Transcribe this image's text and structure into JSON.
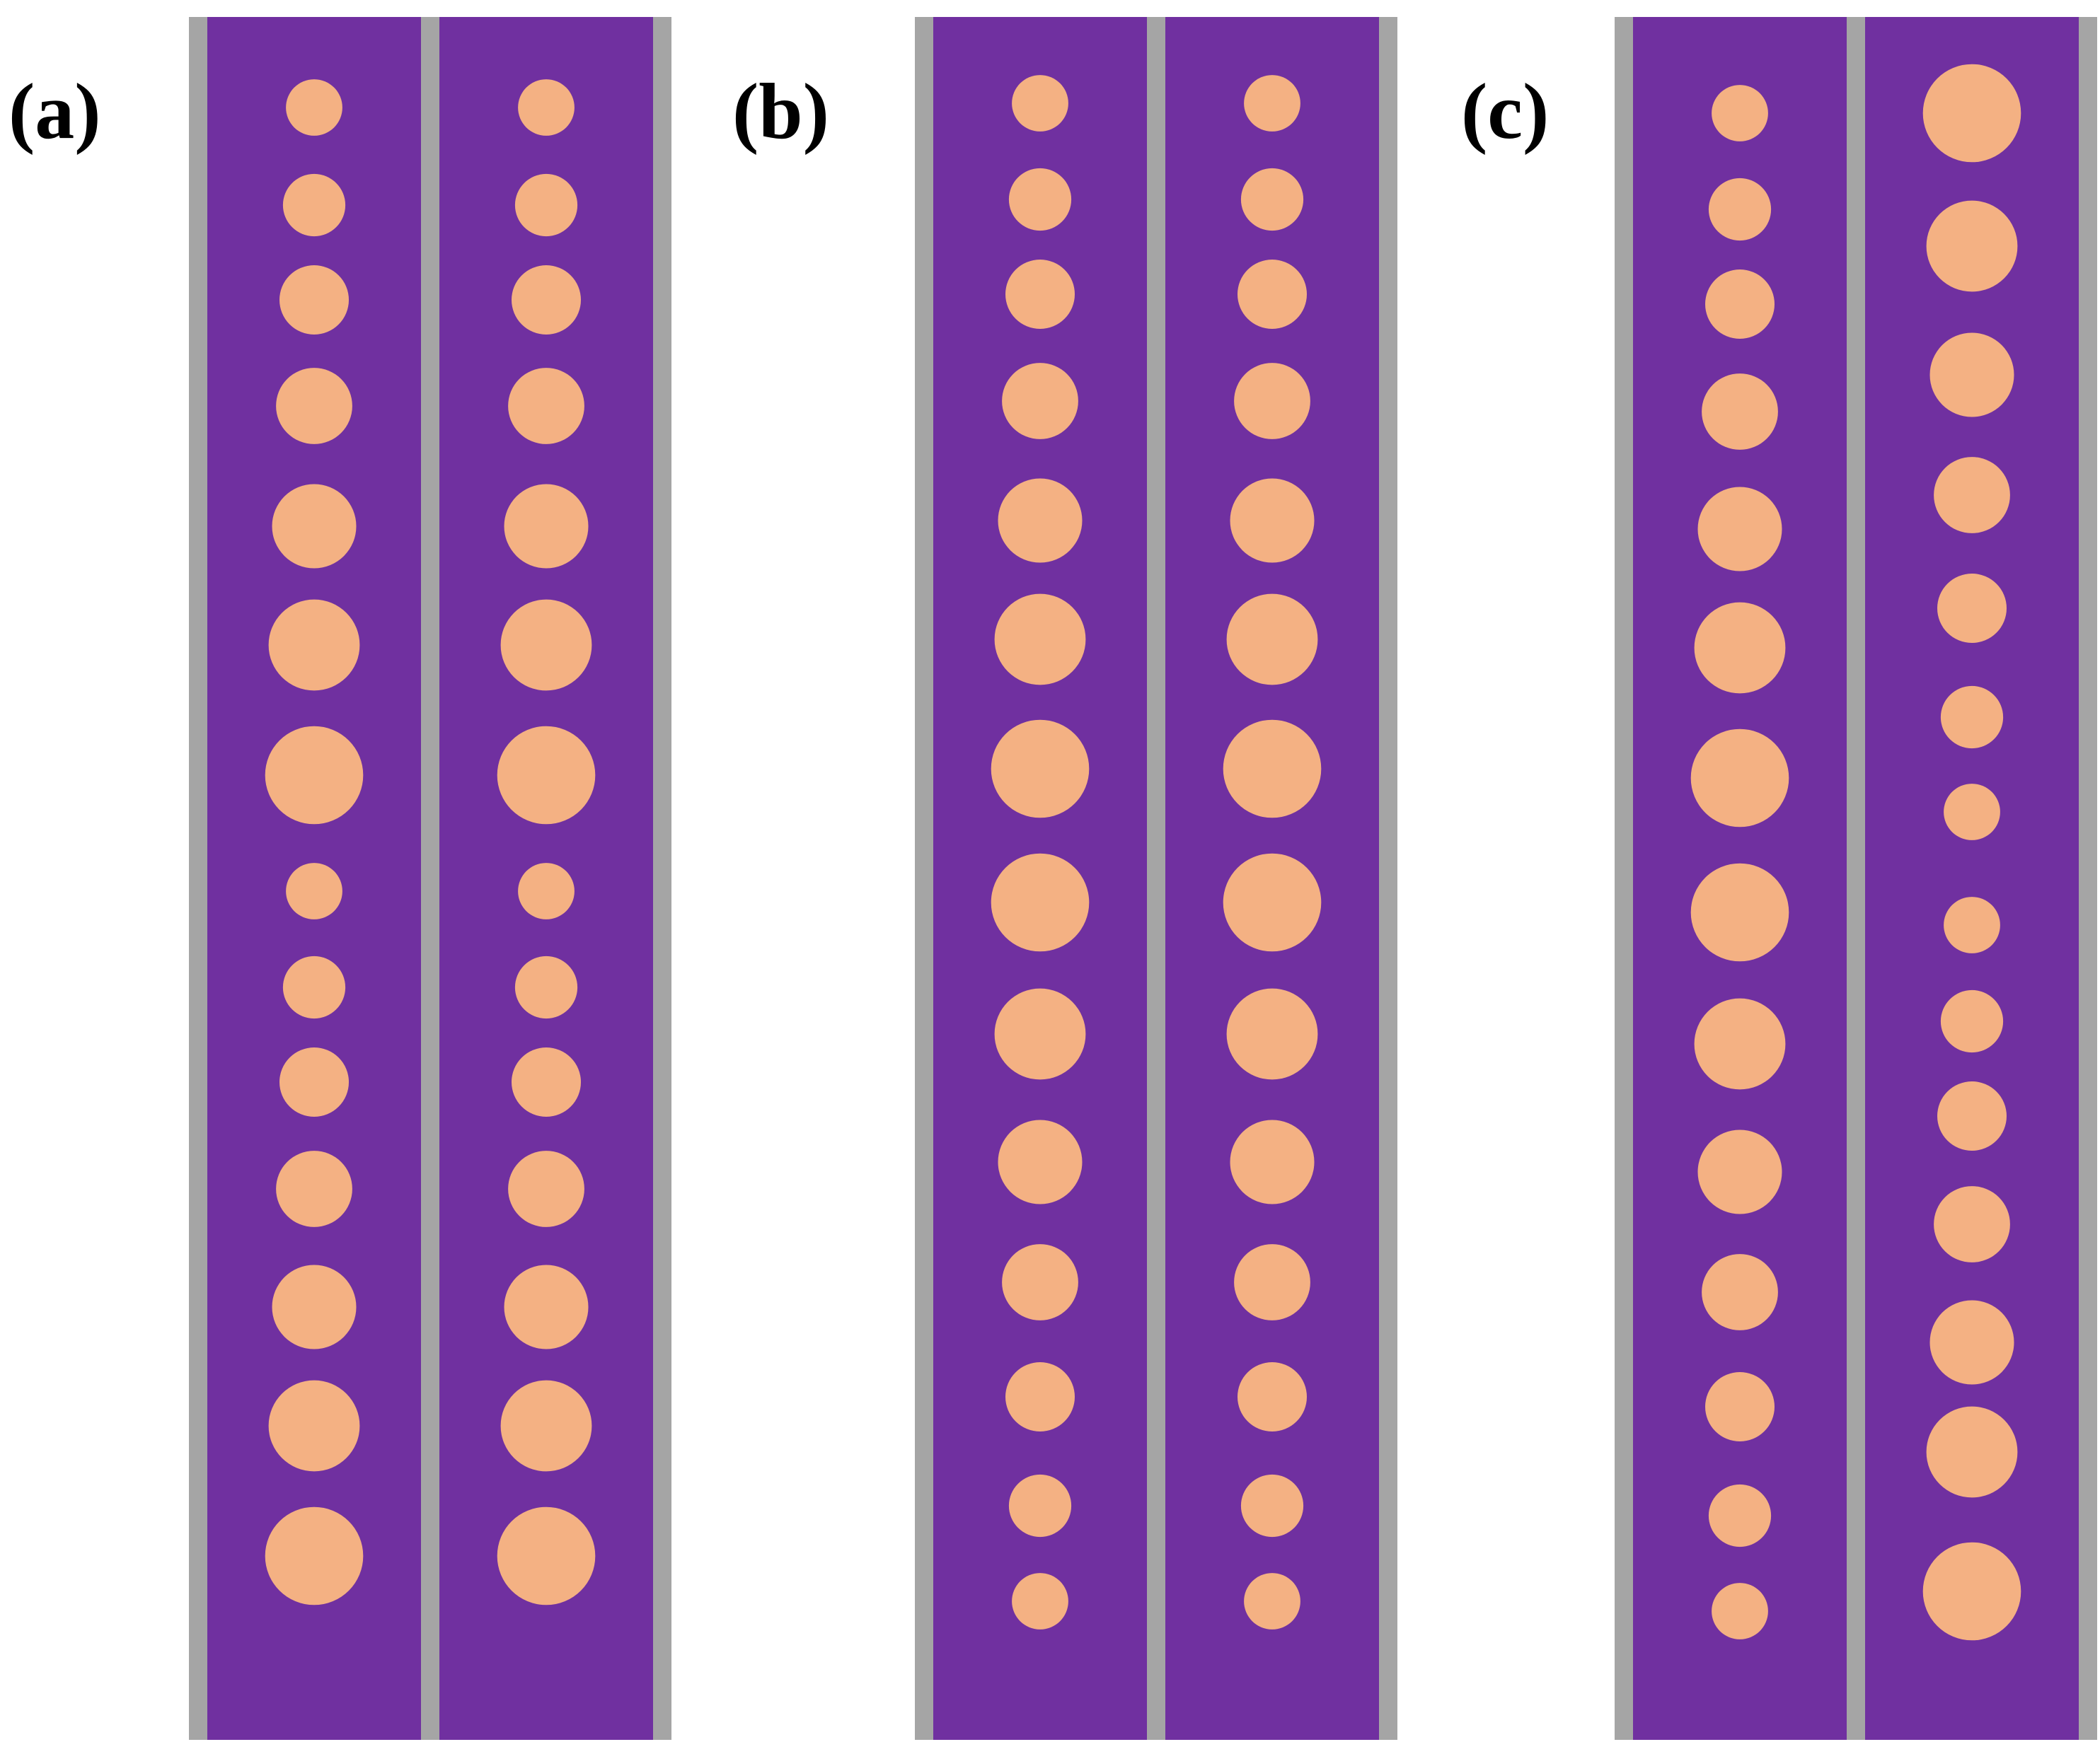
{
  "colors": {
    "background": "#ffffff",
    "rail": "#a5a5a5",
    "channel": "#7030a0",
    "hole": "#f4b183"
  },
  "panels": [
    {
      "label": "(a)",
      "columns": [
        {
          "holes": [
            0.57,
            0.63,
            0.7,
            0.77,
            0.85,
            0.92,
            0.99,
            0.57,
            0.63,
            0.7,
            0.77,
            0.85,
            0.92,
            0.99
          ]
        },
        {
          "holes": [
            0.57,
            0.63,
            0.7,
            0.77,
            0.85,
            0.92,
            0.99,
            0.57,
            0.63,
            0.7,
            0.77,
            0.85,
            0.92,
            0.99
          ]
        }
      ]
    },
    {
      "label": "(b)",
      "columns": [
        {
          "holes": [
            0.57,
            0.63,
            0.7,
            0.77,
            0.85,
            0.92,
            0.99,
            0.99,
            0.92,
            0.85,
            0.77,
            0.7,
            0.63,
            0.57
          ]
        },
        {
          "holes": [
            0.57,
            0.63,
            0.7,
            0.77,
            0.85,
            0.92,
            0.99,
            0.99,
            0.92,
            0.85,
            0.77,
            0.7,
            0.63,
            0.57
          ]
        }
      ]
    },
    {
      "label": "(c)",
      "columns": [
        {
          "holes": [
            0.57,
            0.63,
            0.7,
            0.77,
            0.85,
            0.92,
            0.99,
            0.99,
            0.92,
            0.85,
            0.77,
            0.7,
            0.63,
            0.57
          ]
        },
        {
          "holes": [
            0.99,
            0.92,
            0.85,
            0.77,
            0.7,
            0.63,
            0.57,
            0.57,
            0.63,
            0.7,
            0.77,
            0.85,
            0.92,
            0.99
          ]
        }
      ]
    }
  ]
}
